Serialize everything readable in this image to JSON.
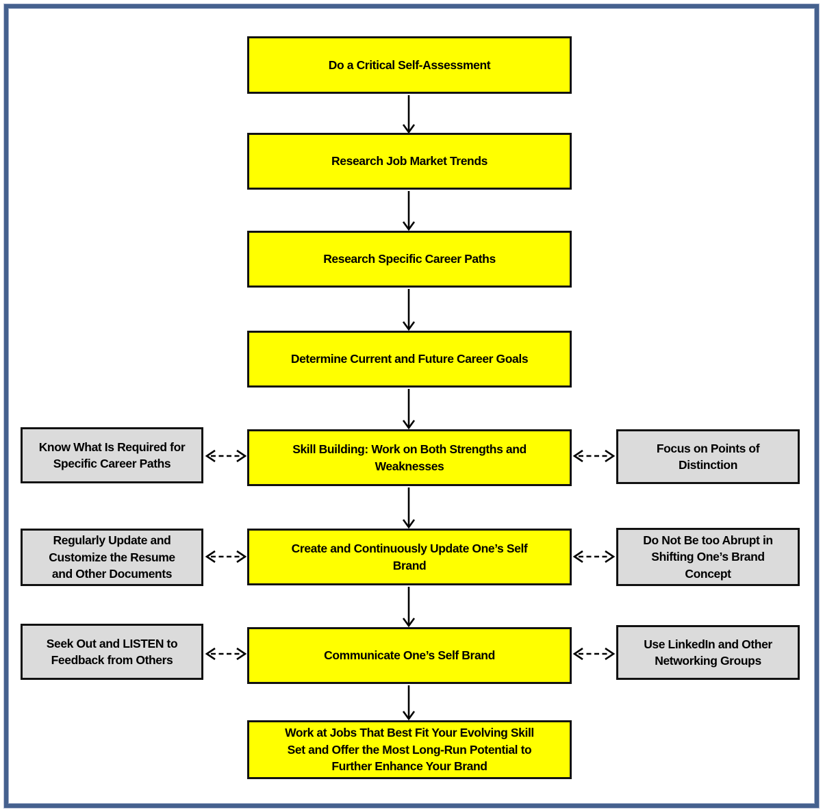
{
  "colors": {
    "step_fill": "#FFFF00",
    "note_fill": "#DBDBDB",
    "box_border": "#000000",
    "frame_border": "#45618E"
  },
  "flow": {
    "steps": [
      {
        "label": "Do a Critical Self-Assessment"
      },
      {
        "label": "Research Job Market Trends"
      },
      {
        "label": "Research Specific Career Paths"
      },
      {
        "label": "Determine Current and Future Career Goals"
      },
      {
        "label": "Skill Building: Work on Both Strengths and\nWeaknesses"
      },
      {
        "label": "Create and Continuously Update One’s Self\nBrand"
      },
      {
        "label": "Communicate One’s Self Brand"
      },
      {
        "label": "Work at Jobs That Best Fit Your Evolving Skill\nSet and Offer the Most Long-Run Potential to\nFurther Enhance Your Brand"
      }
    ]
  },
  "side_notes": [
    {
      "side": "left",
      "row": 5,
      "label": "Know What Is Required for\nSpecific Career Paths"
    },
    {
      "side": "right",
      "row": 5,
      "label": "Focus on Points of\nDistinction"
    },
    {
      "side": "left",
      "row": 6,
      "label": "Regularly Update and\nCustomize the Resume\nand Other Documents"
    },
    {
      "side": "right",
      "row": 6,
      "label": "Do Not Be too Abrupt in\nShifting One’s Brand\nConcept"
    },
    {
      "side": "left",
      "row": 7,
      "label": "Seek Out and LISTEN to\nFeedback from Others"
    },
    {
      "side": "right",
      "row": 7,
      "label": "Use LinkedIn and Other\nNetworking Groups"
    }
  ]
}
